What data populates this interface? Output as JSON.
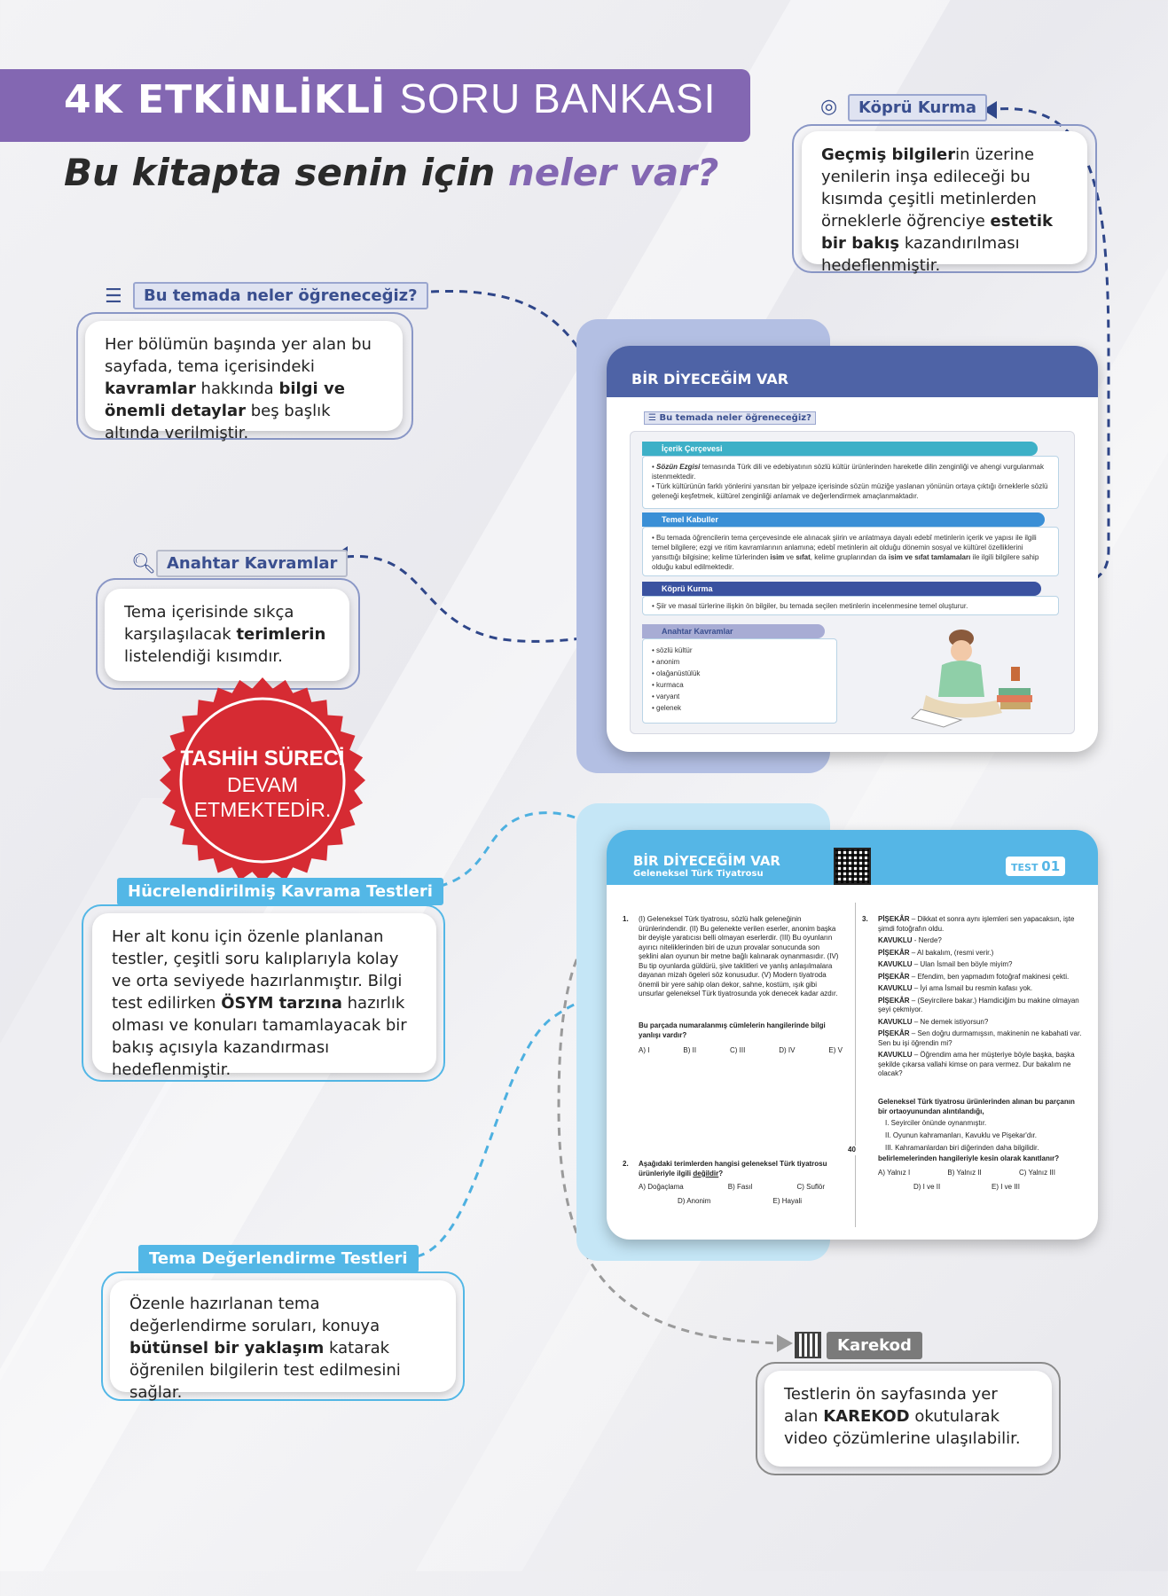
{
  "header": {
    "title_bold": "4K ETKİNLİKLİ",
    "title_light": "SORU BANKASI",
    "subtitle_plain": "Bu kitapta senin için ",
    "subtitle_accent": "neler var?"
  },
  "callouts": {
    "bridge": {
      "chip": "Köprü Kurma",
      "p1": "Geçmiş bilgiler",
      "p2": "in üzerine yenilerin inşa edileceği bu kısımda çeşitli metinlerden örneklerle öğrenciye ",
      "p3": "estetik bir bakış",
      "p4": " kazandırılması hedeflenmiştir."
    },
    "learn": {
      "chip": "Bu temada neler öğreneceğiz?",
      "p1": "Her bölümün başında yer alan bu sayfada, tema içerisindeki ",
      "p2": "kavramlar",
      "p3": " hakkında ",
      "p4": "bilgi ve önemli detaylar",
      "p5": " beş başlık altında verilmiştir."
    },
    "keywords": {
      "chip": "Anahtar Kavramlar",
      "p1": "Tema içerisinde sıkça karşılaşılacak ",
      "p2": "terimlerin",
      "p3": " listelendiği kısımdır."
    },
    "cell": {
      "chip": "Hücrelendirilmiş Kavrama Testleri",
      "p1": "Her alt konu için özenle planlanan testler, çeşitli soru kalıplarıyla kolay ve orta seviyede hazırlanmıştır. Bilgi test edilirken ",
      "p2": "ÖSYM tarzına",
      "p3": " hazırlık olması ve konuları tamamlayacak bir bakış açısıyla kazandırması hedeflenmiştir."
    },
    "theme": {
      "chip": "Tema Değerlendirme Testleri",
      "p1": "Özenle hazırlanan tema değerlendirme soruları, konuya ",
      "p2": "bütünsel bir yaklaşım",
      "p3": " katarak öğrenilen bilgilerin test edilmesini sağlar."
    },
    "qr": {
      "chip": "Karekod",
      "p1": "Testlerin ön sayfasında yer alan ",
      "p2": "KAREKOD",
      "p3": " okutularak video çözümlerine ulaşılabilir."
    }
  },
  "stamp": {
    "line1": "TASHİH SÜRECİ",
    "line2": "DEVAM",
    "line3": "ETMEKTEDİR."
  },
  "page1": {
    "title": "BİR DİYECEĞİM VAR",
    "learn_chip": "Bu temada neler öğreneceğiz?",
    "frame_title": "İçerik Çerçevesi",
    "frame_b1_bold": "Sözün Ezgisi",
    "frame_b1": " temasında Türk dili ve edebiyatının sözlü kültür ürünlerinden hareketle dilin zenginliği ve ahengi vurgulanmak istenmektedir.",
    "frame_b2": "Türk kültürünün farklı yönlerini yansıtan bir yelpaze içerisinde sözün müziğe yaslanan yönünün ortaya çıktığı örneklerle sözlü geleneği keşfetmek, kültürel zenginliği anlamak ve değerlendirmek amaçlanmaktadır.",
    "basic_title": "Temel Kabuller",
    "basic_b1a": "Bu temada öğrencilerin tema çerçevesinde ele alınacak şiirin ve anlatmaya dayalı edebî metinlerin içerik ve yapısı ile ilgili temel bilgilere; ezgi ve ritim kavramlarının anlamına; edebî metinlerin ait olduğu dönemin sosyal ve kültürel özelliklerini yansıttığı bilgisine; kelime türlerinden ",
    "basic_b1b": "isim",
    "basic_b1c": " ve ",
    "basic_b1d": "sıfat",
    "basic_b1e": ", kelime gruplarından da ",
    "basic_b1f": "isim ve sıfat tamlamaları",
    "basic_b1g": " ile ilgili bilgilere sahip olduğu kabul edilmektedir.",
    "bridge_title": "Köprü Kurma",
    "bridge_b1": "Şiir ve masal türlerine ilişkin ön bilgiler, bu temada seçilen metinlerin incelenmesine temel oluşturur.",
    "keys_title": "Anahtar Kavramlar",
    "keys": [
      "sözlü kültür",
      "anonim",
      "olağanüstülük",
      "kurmaca",
      "varyant",
      "gelenek"
    ]
  },
  "page2": {
    "title": "BİR DİYECEĞİM VAR",
    "subtitle": "Geleneksel Türk Tiyatrosu",
    "test_label": "TEST",
    "test_no": "01",
    "q1_no": "1.",
    "q1_text": "(I) Geleneksel Türk tiyatrosu, sözlü halk geleneğinin ürünlerindendir. (II) Bu gelenekte verilen eserler, anonim başka bir deyişle yaratıcısı belli olmayan eserlerdir. (III) Bu oyunların ayırıcı niteliklerinden biri de uzun provalar sonucunda son şeklini alan oyunun bir metne bağlı kalınarak oynanmasıdır. (IV) Bu tip oyunlarda güldürü, şive taklitleri ve yanlış anlaşılmalara dayanan mizah ögeleri söz konusudur. (V) Modern tiyatroda önemli bir yere sahip olan dekor, sahne, kostüm, ışık gibi unsurlar geleneksel Türk tiyatrosunda yok denecek kadar azdır.",
    "q1_stem": "Bu parçada numaralanmış cümlelerin hangilerinde bilgi yanlışı vardır?",
    "q1_opts": [
      "A) I",
      "B) II",
      "C) III",
      "D) IV",
      "E) V"
    ],
    "q2_no": "2.",
    "q2_stem_a": "Aşağıdaki terimlerden hangisi geleneksel Türk tiyatrosu ürünleriyle ilgili ",
    "q2_stem_b": "değildir",
    "q2_stem_c": "?",
    "q2_opts": [
      "A) Doğaçlama",
      "B) Fasıl",
      "C) Suflör",
      "D) Anonim",
      "E) Hayali"
    ],
    "q3_no": "3.",
    "dialog": [
      {
        "who": "PİŞEKÂR",
        "line": " – Dikkat et sonra aynı işlemleri sen yapacaksın, işte şimdi fotoğrafın oldu."
      },
      {
        "who": "KAVUKLU",
        "line": " - Nerde?"
      },
      {
        "who": "PİŞEKÂR",
        "line": " – Al bakalım, (resmi verir.)"
      },
      {
        "who": "KAVUKLU",
        "line": " – Ulan İsmail ben böyle miyim?"
      },
      {
        "who": "PİŞEKÂR",
        "line": " – Efendim, ben yapmadım fotoğraf makinesi çekti."
      },
      {
        "who": "KAVUKLU",
        "line": " – İyi ama İsmail bu resmin kafası yok."
      },
      {
        "who": "PİŞEKÂR",
        "line": " – (Seyircilere bakar.) Hamdiciğim bu makine olmayan şeyi çekmiyor."
      },
      {
        "who": "KAVUKLU",
        "line": " – Ne demek istiyorsun?"
      },
      {
        "who": "PİŞEKÂR",
        "line": " – Sen doğru durmamışsın, makinenin ne kabahati var. Sen bu işi öğrendin mi?"
      },
      {
        "who": "KAVUKLU",
        "line": " – Öğrendim ama her müşteriye böyle başka, başka şekilde çıkarsa vallahi kimse on para vermez. Dur bakalım ne olacak?"
      }
    ],
    "q3_stem": "Geleneksel Türk tiyatrosu ürünlerinden alınan bu parçanın bir ortaoyunundan alıntılandığı,",
    "q3_items": [
      "I.   Seyirciler önünde oynanmıştır.",
      "II.  Oyunun kahramanları, Kavuklu ve Pişekar'dır.",
      "III. Kahramanlardan biri diğerinden daha bilgilidir."
    ],
    "q3_ask": "belirlemelerinden hangileriyle kesin olarak kanıtlanır?",
    "q3_opts": [
      "A) Yalnız I",
      "B) Yalnız II",
      "C) Yalnız III",
      "D) I ve II",
      "E) I ve III"
    ],
    "page_no": "40"
  },
  "colors": {
    "purple": "#8367b2",
    "navy": "#3a4f8f",
    "cyan": "#53b7e6",
    "red": "#d62b33",
    "gray": "#8a8a8a"
  }
}
